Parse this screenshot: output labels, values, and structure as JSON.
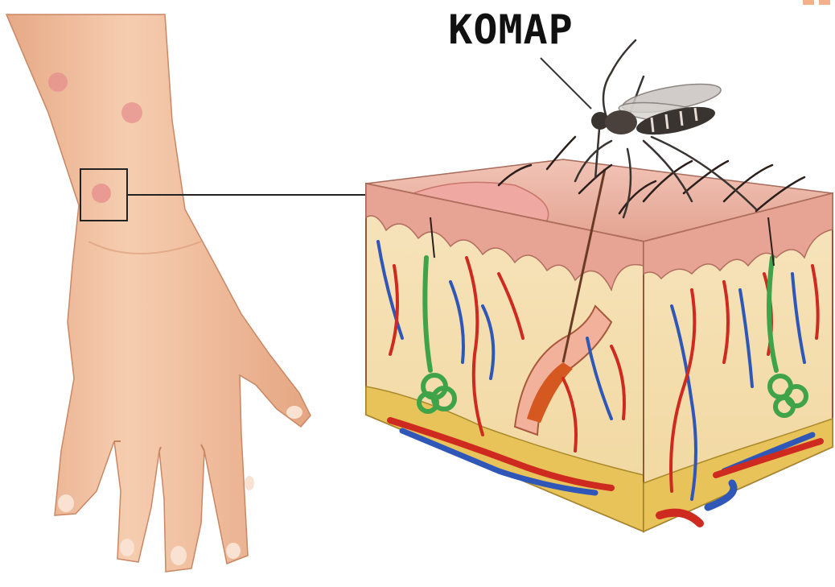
{
  "title": "КОМАР",
  "colors": {
    "skin": "#f3c4a4",
    "skin_shadow": "#d99878",
    "bite": "#e58c8c",
    "epidermis": "#e8a79a",
    "dermis": "#f4dfae",
    "fat": "#e8c35a",
    "artery": "#cf2a1f",
    "vein": "#2f57b8",
    "gland": "#3fa34a",
    "mosquito": "#3a3431",
    "accent": "#f07e3c"
  },
  "icons": [
    "arm-illustration",
    "mosquito-icon",
    "skin-section-illustration"
  ]
}
